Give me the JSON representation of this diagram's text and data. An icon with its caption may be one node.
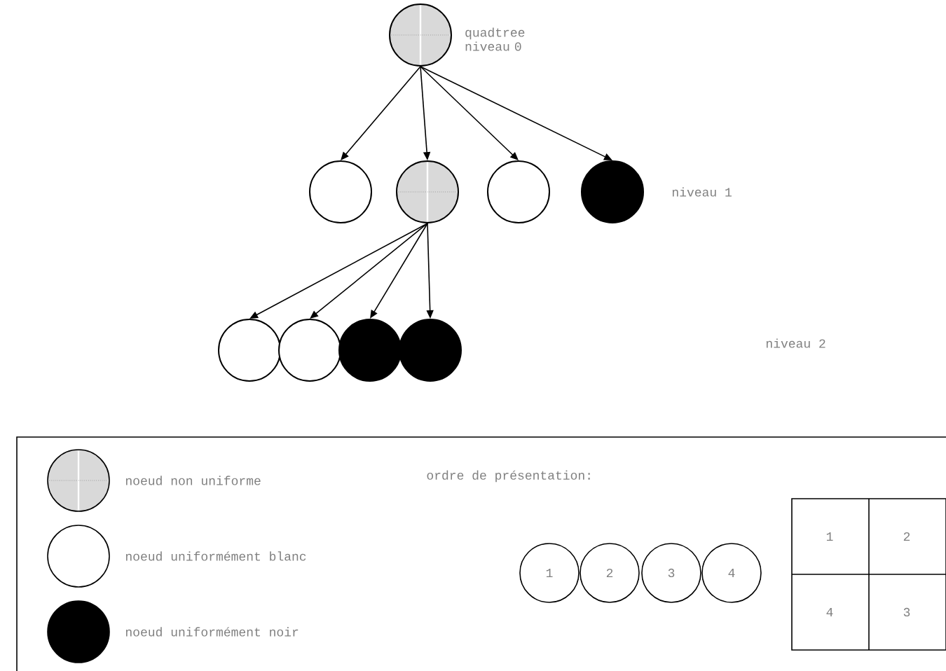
{
  "diagram": {
    "nodes": [
      {
        "text": [],
        "shape": "circle",
        "beside": [
          "quadtree niveau 0"
        ]
      },
      {
        "text": [],
        "shape": "circle"
      },
      {
        "text": [],
        "shape": "circle"
      },
      {
        "text": [],
        "shape": "circle"
      },
      {
        "text": [],
        "shape": "circle"
      },
      {
        "text": [],
        "shape": "circle"
      },
      {
        "text": [],
        "shape": "circle"
      },
      {
        "text": [],
        "shape": "circle"
      },
      {
        "text": [],
        "shape": "circle"
      },
      {
        "text": [
          "1"
        ]
      },
      {
        "text": [
          "2"
        ]
      },
      {
        "text": [
          "3"
        ]
      },
      {
        "text": [
          "4"
        ]
      }
    ],
    "edges": [
      {
        "from": 0,
        "to": 1,
        "arrow": "to"
      },
      {
        "from": 0,
        "to": 2,
        "arrow": "to"
      },
      {
        "from": 0,
        "to": 3,
        "arrow": "to"
      },
      {
        "from": 0,
        "to": 4,
        "arrow": "to"
      },
      {
        "from": 2,
        "to": 5,
        "arrow": "to"
      },
      {
        "from": 2,
        "to": 6,
        "arrow": "to"
      },
      {
        "from": 2,
        "to": 7,
        "arrow": "to"
      },
      {
        "from": 2,
        "to": 8,
        "arrow": "to"
      }
    ],
    "labels": [
      "niveau 1",
      "niveau 2",
      "ordre de présentation:",
      "1",
      "2",
      "4",
      "3"
    ],
    "legend": [
      {
        "text": "noeud non uniforme"
      },
      {
        "text": "noeud uniformément blanc"
      },
      {
        "text": "noeud uniformément noir"
      }
    ]
  }
}
